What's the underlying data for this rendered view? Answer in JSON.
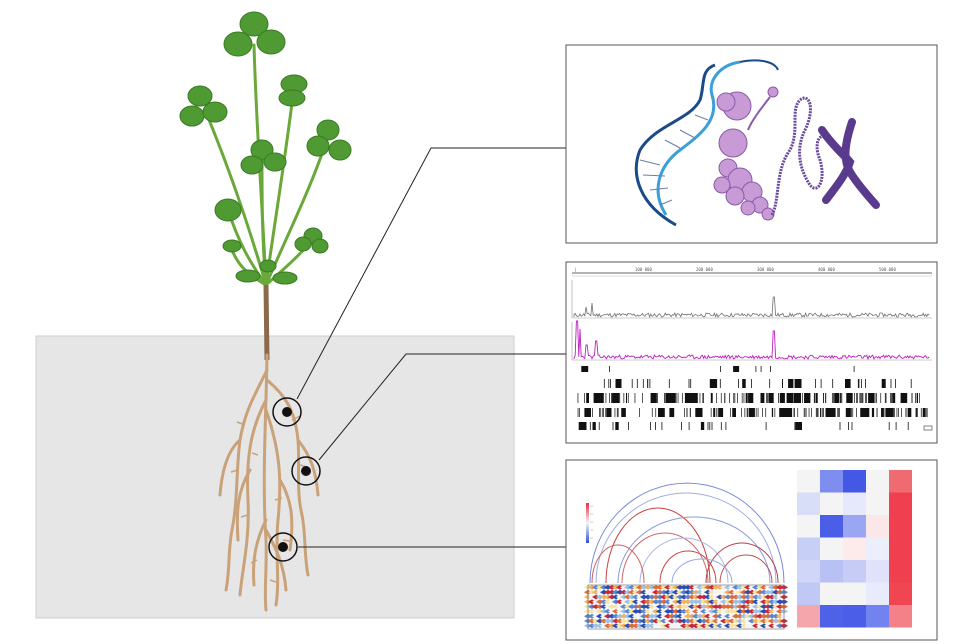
{
  "diagram": {
    "soil_color": "#e6e6e6",
    "stem_color": "#8b6a4a",
    "root_color": "#c9a27a",
    "leaf_color": "#4f9a32",
    "chromatin_colors": {
      "dna_dark": "#1a4a8a",
      "dna_light": "#3aa0d8",
      "nucleosome": "#c89ad6",
      "chromosome": "#5a3a8c"
    },
    "track_colors": {
      "gray": "#707070",
      "magenta": "#c020c0"
    },
    "heatmap_colors": {
      "low": "#3050d8",
      "mid": "#f4f4f4",
      "high": "#e83040"
    },
    "genome_ruler_ticks": [
      "|",
      "100 000",
      "200 000",
      "300 000",
      "400 000",
      "500 000"
    ],
    "root_sampling_points": [
      {
        "name": "root-point-upper",
        "links_to": "chromatin-structure-panel"
      },
      {
        "name": "root-point-middle",
        "links_to": "genome-tracks-panel"
      },
      {
        "name": "root-point-lower",
        "links_to": "interaction-panel"
      }
    ]
  }
}
